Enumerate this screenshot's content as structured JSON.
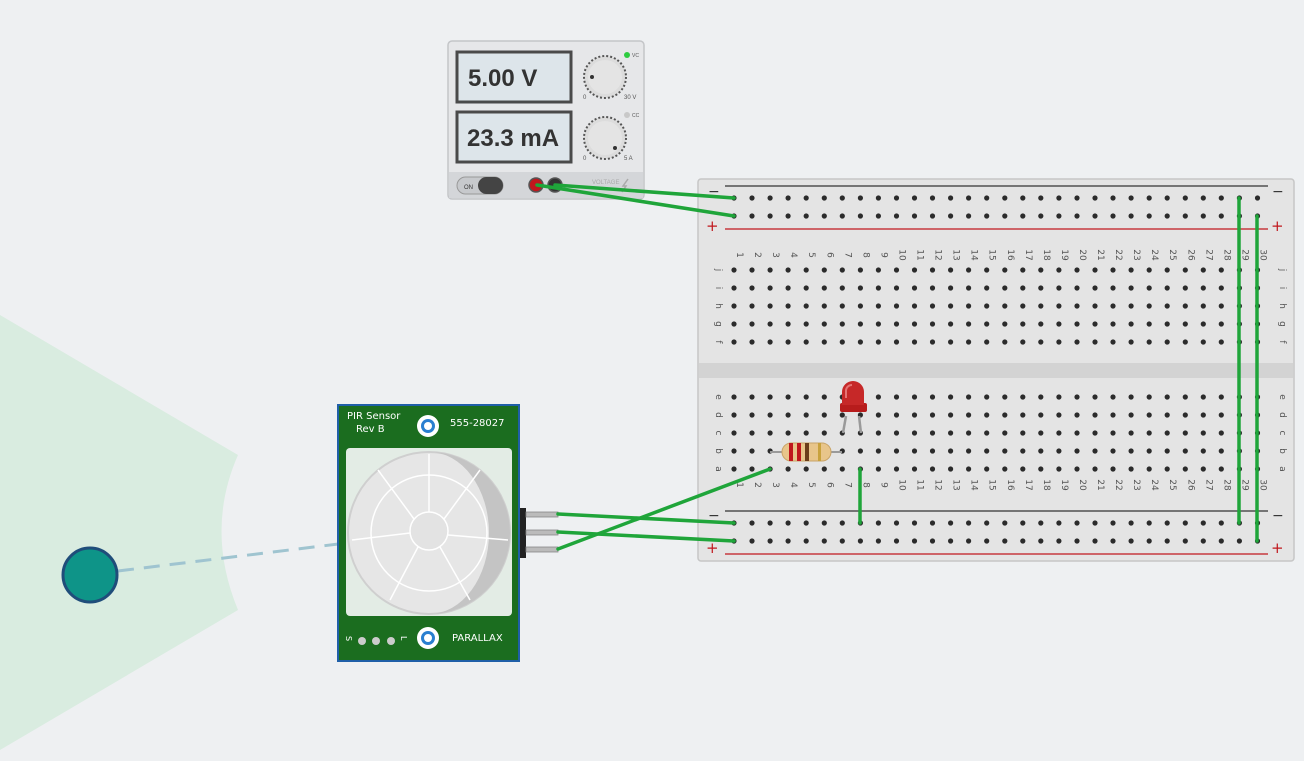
{
  "power_supply": {
    "voltage_display": "5.00 V",
    "current_display": "23.3 mA",
    "cv_label": "VC",
    "cc_label": "CC",
    "voltage_knob_min": "0",
    "voltage_knob_max": "30 V",
    "current_knob_min": "0",
    "current_knob_max": "5 A",
    "switch_label": "ON",
    "voltage_caption": "VOLTAGE",
    "indicator_color": "#2ecc40",
    "positive_terminal_color": "#c0171d",
    "negative_terminal_color": "#333333"
  },
  "pir_sensor": {
    "title_line1": "PIR Sensor",
    "title_line2": "Rev B",
    "part_number": "555-28027",
    "brand": "PARALLAX",
    "pin_s": "S",
    "pin_l": "L",
    "board_color": "#1b6d1f"
  },
  "breadboard": {
    "column_labels": [
      "1",
      "2",
      "3",
      "4",
      "5",
      "6",
      "7",
      "8",
      "9",
      "10",
      "11",
      "12",
      "13",
      "14",
      "15",
      "16",
      "17",
      "18",
      "19",
      "20",
      "21",
      "22",
      "23",
      "24",
      "25",
      "26",
      "27",
      "28",
      "29",
      "30"
    ],
    "top_row_labels": [
      "j",
      "i",
      "h",
      "g",
      "f"
    ],
    "bottom_row_labels": [
      "e",
      "d",
      "c",
      "b",
      "a"
    ],
    "rail_minus": "−",
    "rail_plus": "+"
  },
  "components": {
    "led": {
      "color": "#c62828"
    },
    "resistor": {
      "body_color": "#e8c58a"
    },
    "wire_color": "#1fa53a"
  },
  "simulation": {
    "object_color": "#0e9488",
    "detection_zone_color": "#d9ece0"
  }
}
